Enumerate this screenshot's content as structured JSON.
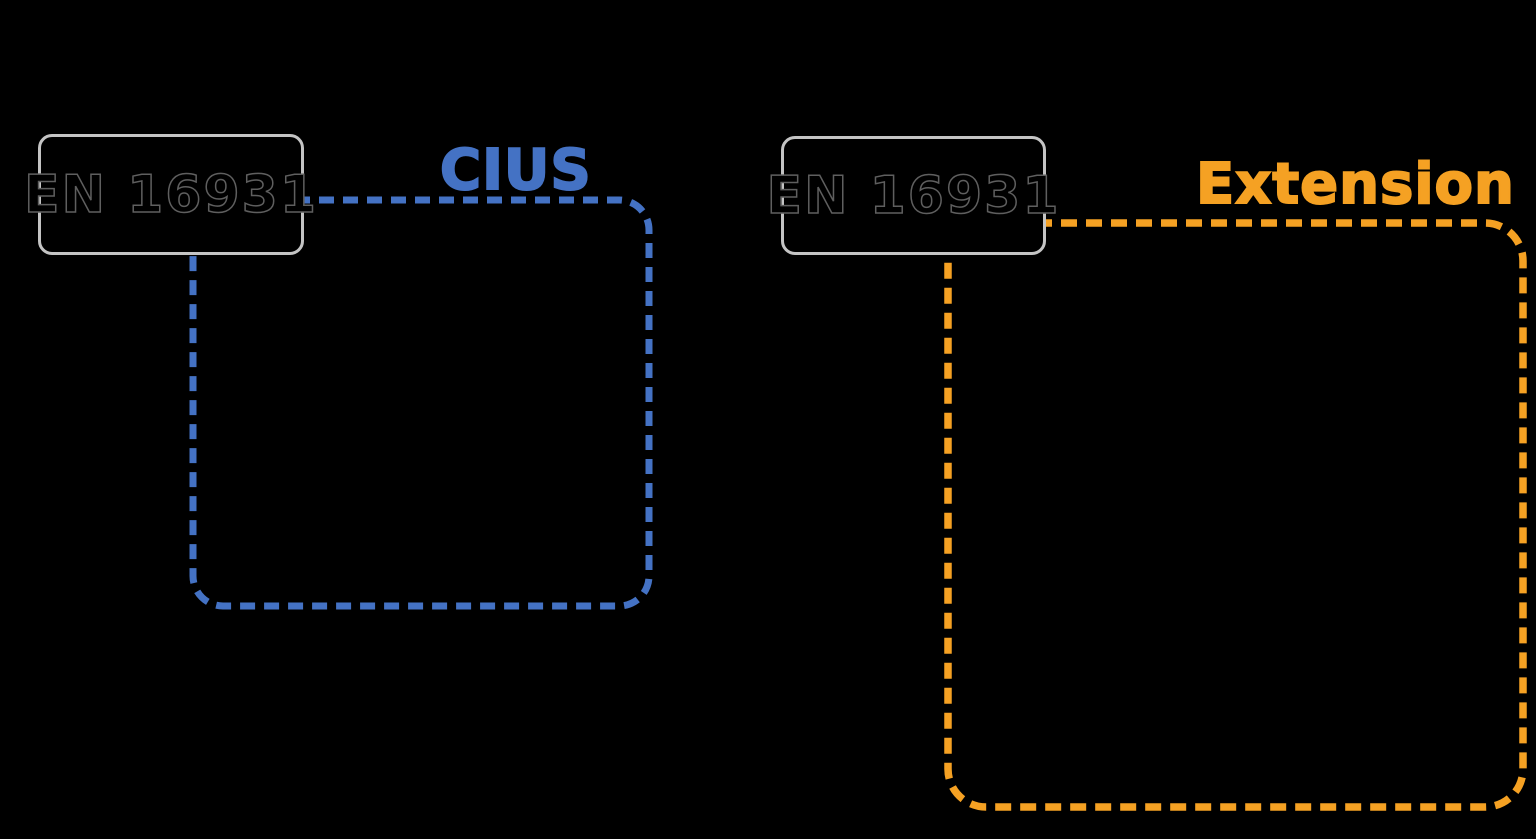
{
  "page": {
    "background": "#000000"
  },
  "diagram": {
    "left_group": {
      "box_label": "EN 16931",
      "label": "CIUS",
      "color": "#4472C4"
    },
    "right_group": {
      "box_label": "EN 16931",
      "label": "Extension",
      "color": "#F5A123"
    },
    "box_style": {
      "fill": "#000000",
      "border_color": "#C4C4C4",
      "text_color": "#000000",
      "text_outline_color": "#5F5F5F"
    }
  }
}
